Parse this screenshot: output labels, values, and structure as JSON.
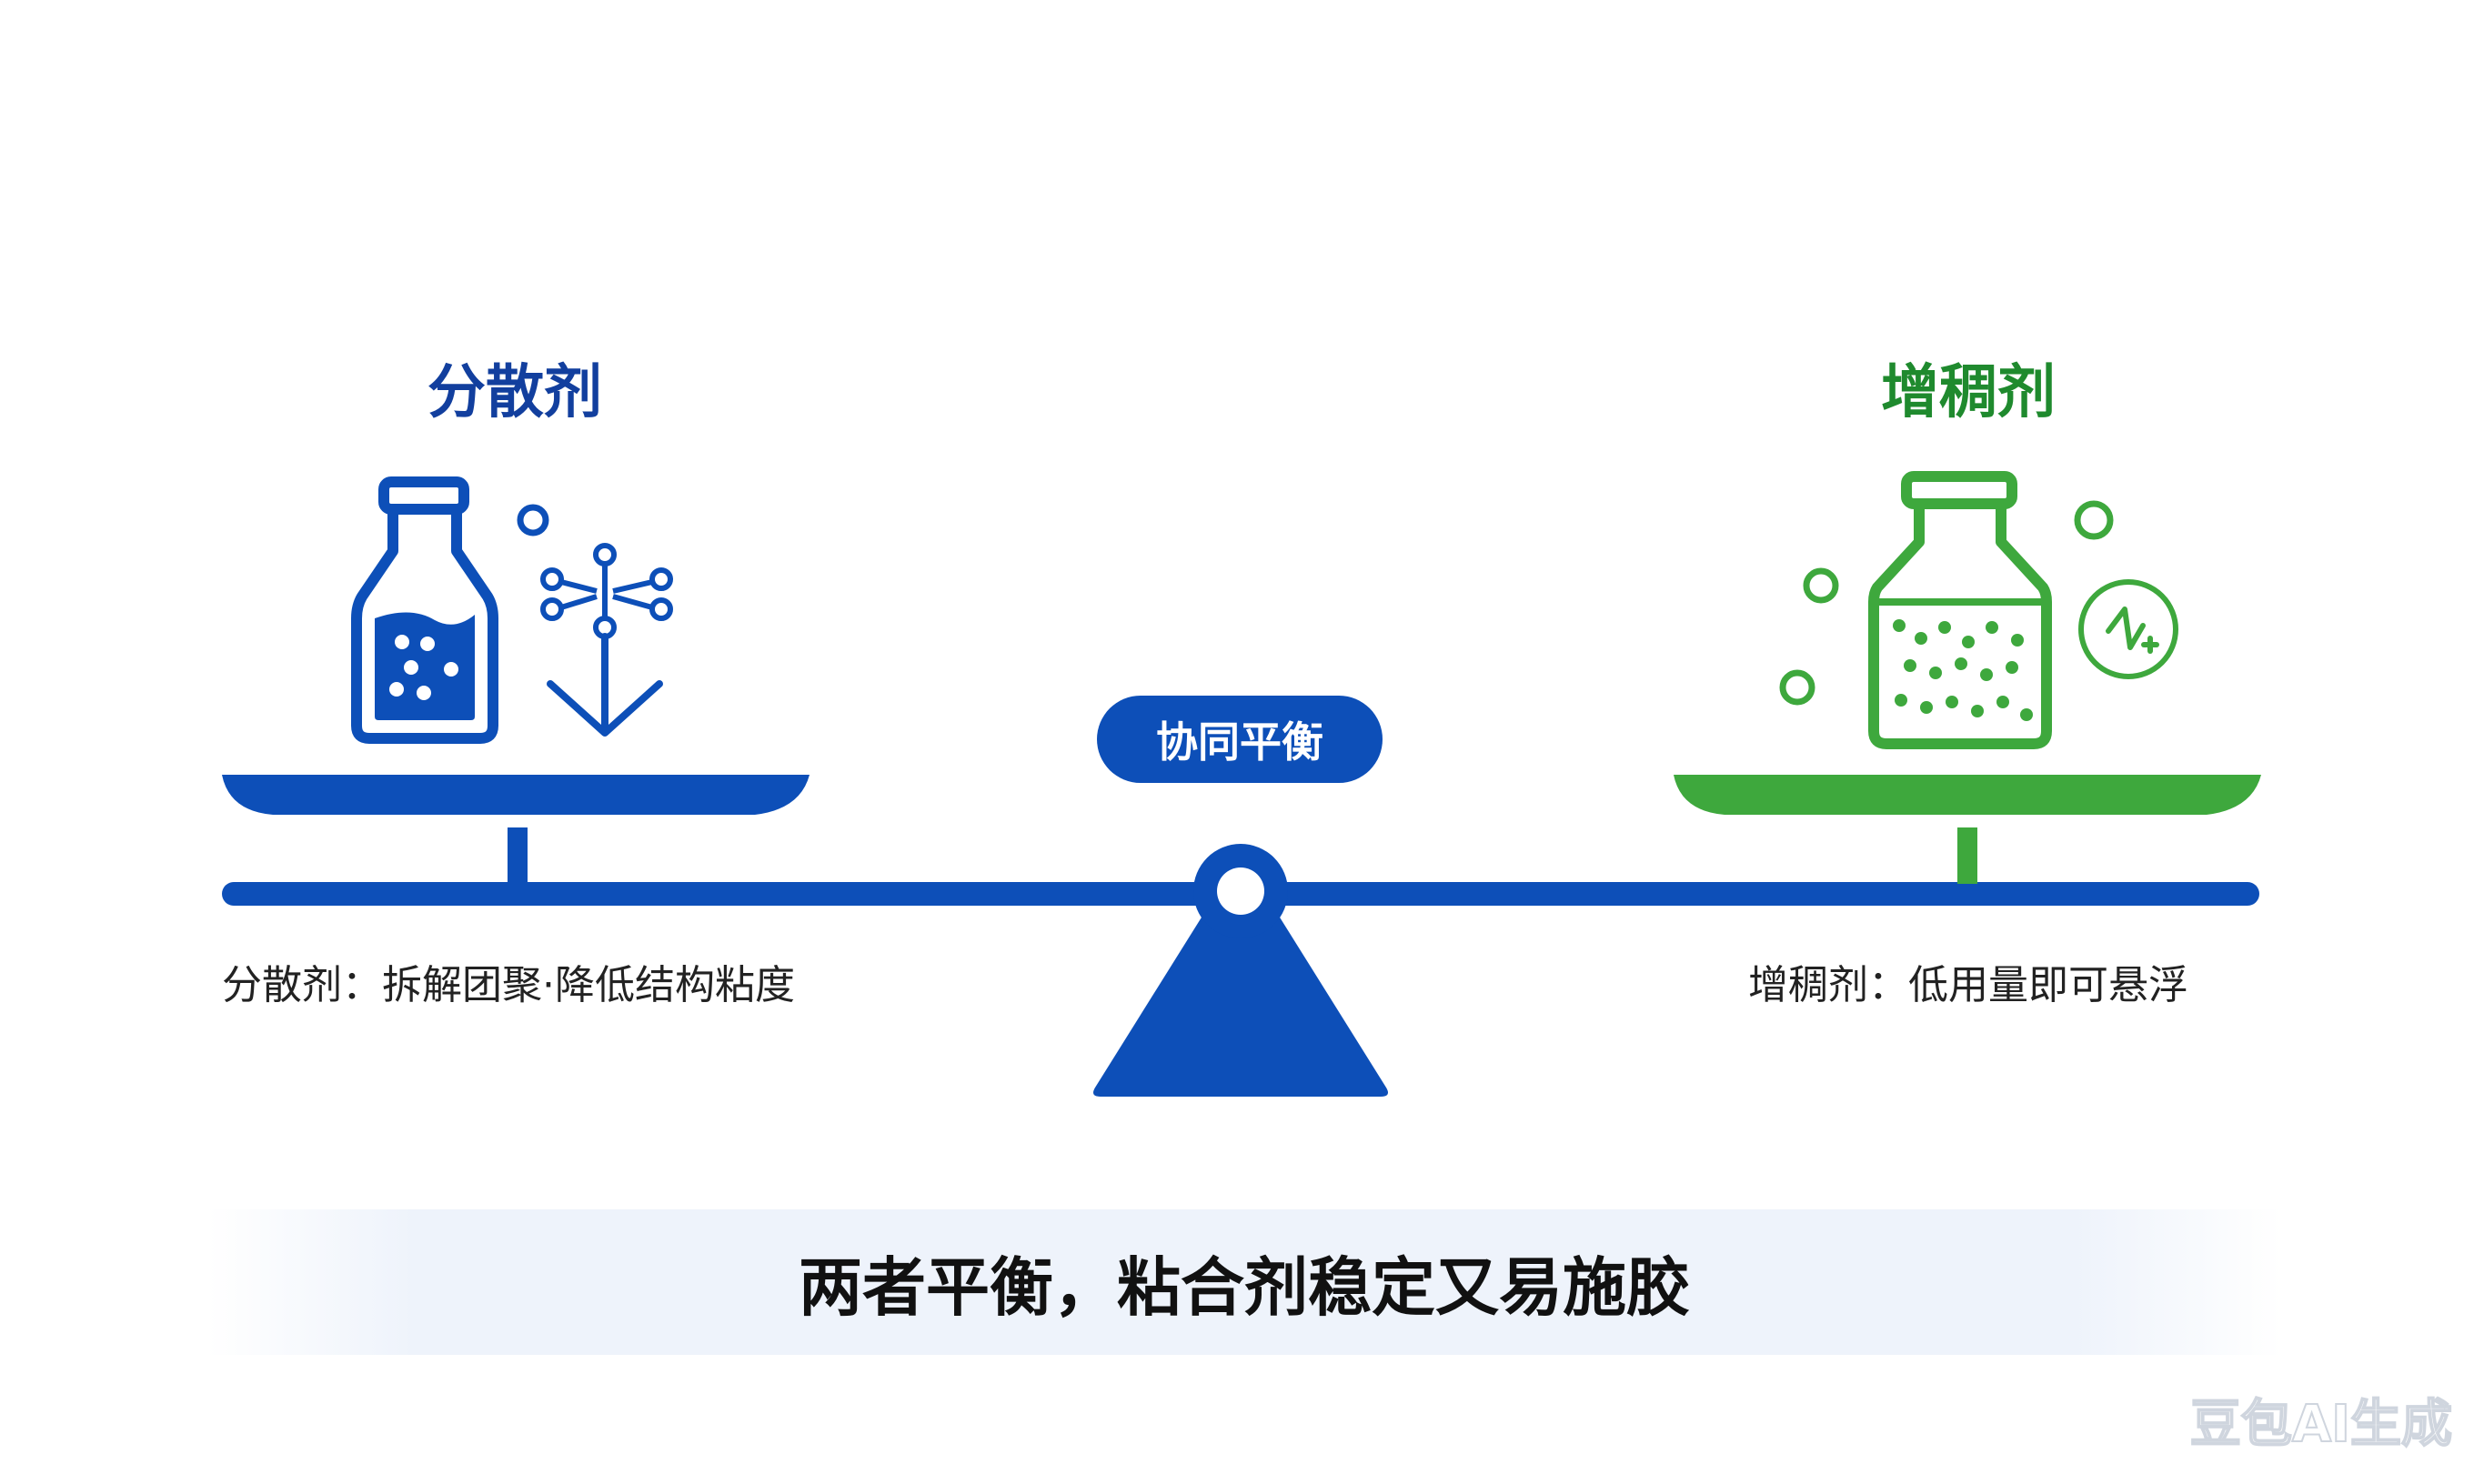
{
  "left": {
    "title": "分散剂",
    "caption": "分散剂：拆解团聚·降低结构粘度",
    "color": "#123f9e"
  },
  "right": {
    "title": "增稠剂",
    "caption": "增稠剂：低用量即可悬浮",
    "color": "#1f8a2e"
  },
  "center": {
    "badge": "协同平衡",
    "color": "#0d4fb8"
  },
  "banner": {
    "text": "两者平衡，粘合剂稳定又易施胶"
  },
  "watermark": {
    "text": "豆包AI生成"
  },
  "icons": {
    "left_bottle": "bottle-icon",
    "left_molecule": "molecule-icon",
    "left_arrow": "arrow-down-icon",
    "right_bottle": "bottle-icon",
    "right_badge": "pulse-icon",
    "fulcrum": "fulcrum-icon"
  }
}
